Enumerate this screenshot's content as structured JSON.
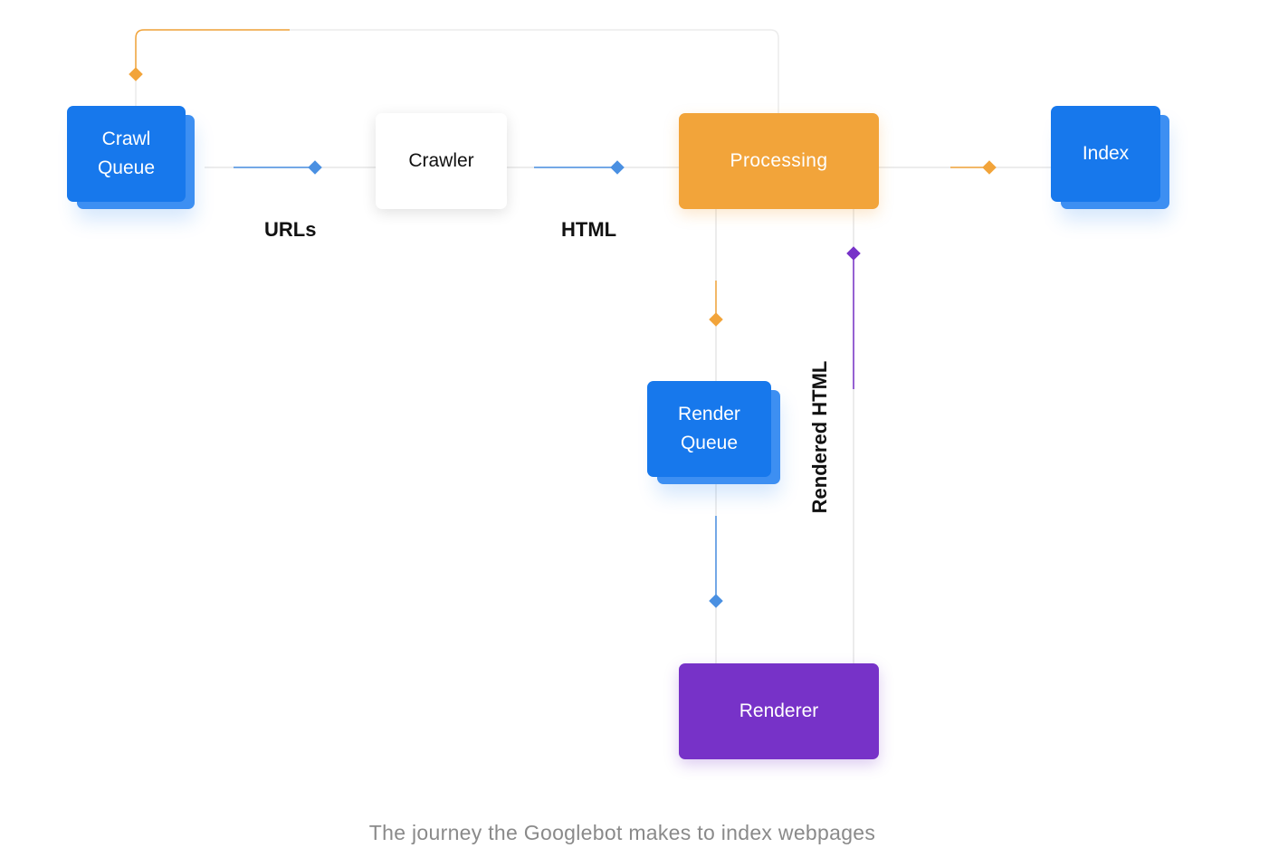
{
  "diagram": {
    "nodes": {
      "crawl_queue": "Crawl\nQueue",
      "crawler": "Crawler",
      "processing": "Processing",
      "index": "Index",
      "render_queue": "Render\nQueue",
      "renderer": "Renderer"
    },
    "edge_labels": {
      "urls": "URLs",
      "html": "HTML",
      "rendered_html": "Rendered HTML"
    },
    "colors": {
      "blue": "#1778ec",
      "orange": "#f2a43a",
      "purple": "#7732c8",
      "connector_blue": "#4a90e2",
      "line_gray": "#e6e6e6"
    }
  },
  "caption": "The journey the Googlebot makes to index webpages"
}
